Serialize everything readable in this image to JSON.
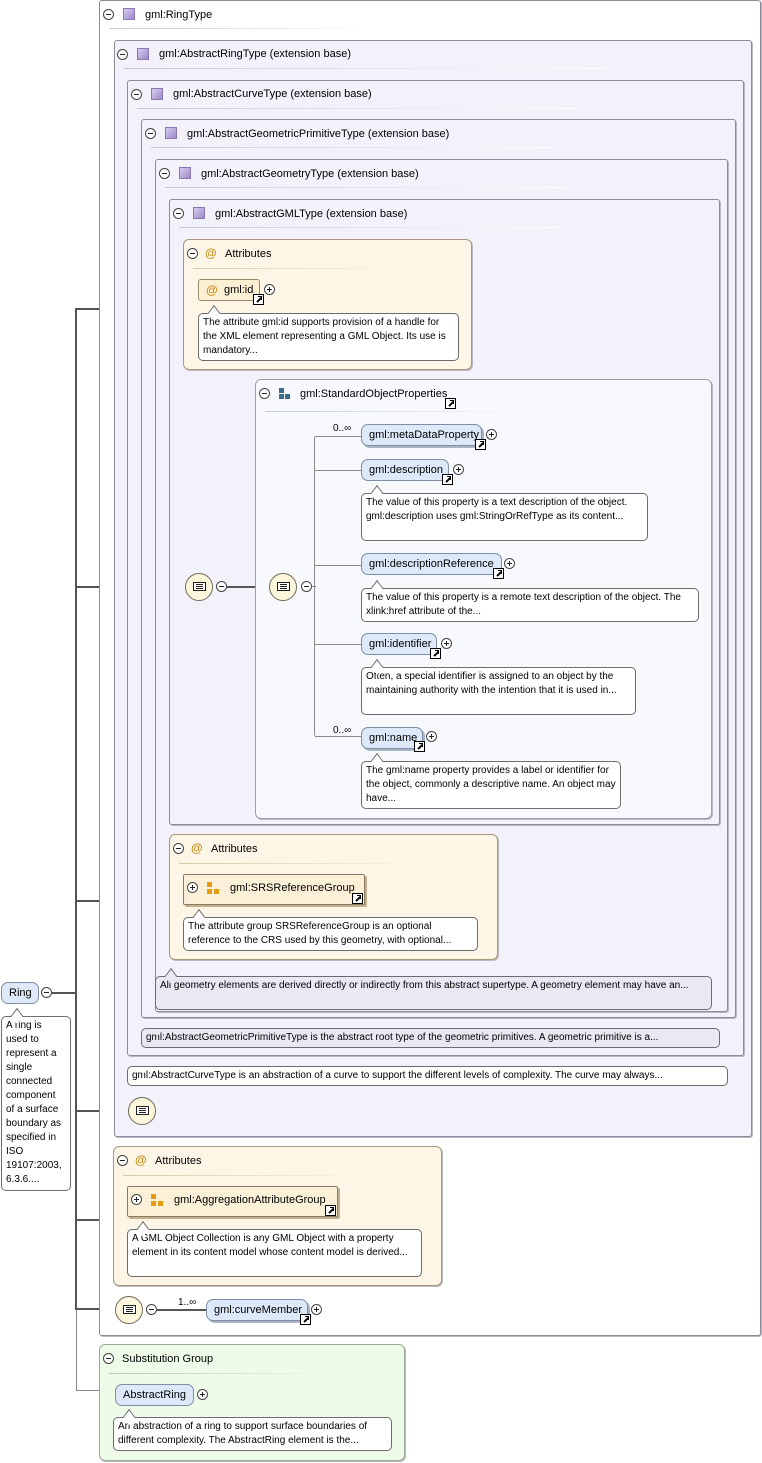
{
  "root": {
    "name": "Ring",
    "doc": "A ring is used to represent a single connected component of a surface boundary as specified in ISO 19107:2003, 6.3.6...."
  },
  "ring_type": {
    "title": "gml:RingType"
  },
  "abstract_ring_type": {
    "title": "gml:AbstractRingType (extension base)"
  },
  "abstract_curve_type": {
    "title": "gml:AbstractCurveType (extension base)",
    "doc": "gml:AbstractCurveType is an abstraction of a curve to support the different levels of complexity. The curve may always..."
  },
  "abstract_geometric_primitive_type": {
    "title": "gml:AbstractGeometricPrimitiveType (extension base)",
    "doc": "gml:AbstractGeometricPrimitiveType is the abstract root type of the geometric primitives. A geometric primitive is a..."
  },
  "abstract_geometry_type": {
    "title": "gml:AbstractGeometryType (extension base)",
    "doc": "All geometry elements are derived directly or indirectly from this abstract supertype. A geometry element may have an..."
  },
  "abstract_gml_type": {
    "title": "gml:AbstractGMLType (extension base)"
  },
  "gml_attributes": {
    "title": "Attributes",
    "id_label": "gml:id",
    "id_doc": "The attribute gml:id supports provision of a handle for the XML element representing a GML Object. Its use is mandatory..."
  },
  "standard_object_properties": {
    "title": "gml:StandardObjectProperties",
    "elements": [
      {
        "name": "gml:metaDataProperty",
        "occurs": "0..∞",
        "doc": ""
      },
      {
        "name": "gml:description",
        "occurs": "",
        "doc": "The value of this property is a text description of the object. gml:description uses gml:StringOrRefType as its content..."
      },
      {
        "name": "gml:descriptionReference",
        "occurs": "",
        "doc": "The value of this property is a remote text description of the object. The xlink:href attribute of the..."
      },
      {
        "name": "gml:identifier",
        "occurs": "",
        "doc": "Often, a special identifier is assigned to an object by the maintaining authority with the intention that it is used in..."
      },
      {
        "name": "gml:name",
        "occurs": "0..∞",
        "doc": "The gml:name property provides a label or identifier for the object, commonly a descriptive name. An object may have..."
      }
    ]
  },
  "geometry_attributes": {
    "title": "Attributes",
    "group": "gml:SRSReferenceGroup",
    "doc": "The attribute group SRSReferenceGroup is an optional reference to the CRS used by this geometry, with optional..."
  },
  "ring_attributes": {
    "title": "Attributes",
    "group": "gml:AggregationAttributeGroup",
    "doc": "A GML Object Collection is any GML Object with a property element in its content model whose content model is derived..."
  },
  "curve_member": {
    "name": "gml:curveMember",
    "occurs": "1..∞"
  },
  "substitution_group": {
    "title": "Substitution Group",
    "name": "AbstractRing",
    "doc": "An abstraction of a ring to support surface boundaries of different complexity. The AbstractRing element is the..."
  }
}
